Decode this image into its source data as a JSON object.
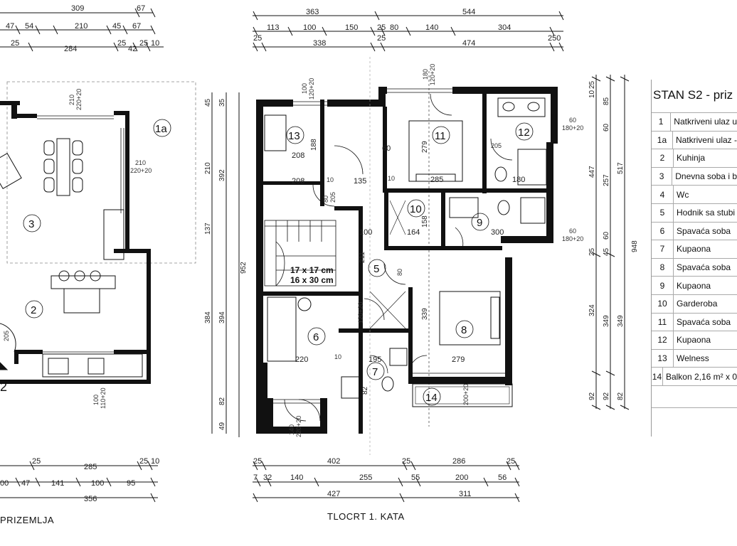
{
  "captions": {
    "ground_floor": "PRIZEMLJA",
    "first_floor": "TLOCRT 1. KATA"
  },
  "left_plan": {
    "top_dims": [
      "309",
      "67",
      "47",
      "54",
      "210",
      "45",
      "67",
      "25",
      "284",
      "25",
      "42",
      "25",
      "10"
    ],
    "bottom_dims": [
      "25",
      "285",
      "25",
      "10",
      "00",
      "47",
      "141",
      "100",
      "95",
      "356"
    ],
    "side_dims": [
      "45",
      "35",
      "210",
      "392",
      "137",
      "384",
      "394",
      "82",
      "49"
    ],
    "rooms": [
      "1a",
      "3",
      "2"
    ],
    "notes": [
      "210",
      "220+20",
      "210",
      "220+20",
      "100",
      "110+20",
      "205",
      "2"
    ]
  },
  "main_plan": {
    "top_dims_row1": [
      "363",
      "544"
    ],
    "top_dims_row2": [
      "113",
      "100",
      "150",
      "25",
      "80",
      "140",
      "304"
    ],
    "top_dims_row3": [
      "25",
      "338",
      "25",
      "474",
      "250"
    ],
    "bottom_dims_row1": [
      "25",
      "402",
      "25",
      "286",
      "25"
    ],
    "bottom_dims_row2": [
      "7",
      "32",
      "140",
      "255",
      "55",
      "200",
      "56"
    ],
    "bottom_dims_row3": [
      "427",
      "311"
    ],
    "left_dim": "952",
    "right_dims": [
      "25",
      "10",
      "85",
      "60",
      "447",
      "257",
      "517",
      "60",
      "25",
      "45",
      "948",
      "324",
      "349",
      "349",
      "92",
      "92",
      "82"
    ],
    "rooms": [
      "13",
      "11",
      "12",
      "10",
      "9",
      "5",
      "6",
      "8",
      "7",
      "14"
    ],
    "interior_dims": [
      "208",
      "188",
      "208",
      "135",
      "285",
      "180",
      "279",
      "205",
      "100",
      "164",
      "158",
      "300",
      "211",
      "339",
      "220",
      "195",
      "279",
      "82",
      "60",
      "10",
      "10",
      "10",
      "80"
    ],
    "window_notes": [
      "100",
      "120+20",
      "180",
      "120+20",
      "60",
      "180+20",
      "60",
      "180+20",
      "80",
      "205",
      "120+20",
      "140",
      "220+20",
      "200+20"
    ],
    "stairs": [
      "17 x 17 cm",
      "16 x 30 cm"
    ]
  },
  "legend": {
    "title": "STAN S2 - priz",
    "rows": [
      {
        "num": "1",
        "name": "Natkriveni ulaz u"
      },
      {
        "num": "1a",
        "name": "Natkriveni ulaz -"
      },
      {
        "num": "2",
        "name": "Kuhinja"
      },
      {
        "num": "3",
        "name": "Dnevna soba i b"
      },
      {
        "num": "4",
        "name": "Wc"
      },
      {
        "num": "5",
        "name": "Hodnik sa stubi"
      },
      {
        "num": "6",
        "name": "Spavaća soba"
      },
      {
        "num": "7",
        "name": "Kupaona"
      },
      {
        "num": "8",
        "name": "Spavaća soba"
      },
      {
        "num": "9",
        "name": "Kupaona"
      },
      {
        "num": "10",
        "name": "Garderoba"
      },
      {
        "num": "11",
        "name": "Spavaća soba"
      },
      {
        "num": "12",
        "name": "Kupaona"
      },
      {
        "num": "13",
        "name": "Welness"
      },
      {
        "num": "14",
        "name": "Balkon 2,16 m² x 0"
      }
    ]
  }
}
